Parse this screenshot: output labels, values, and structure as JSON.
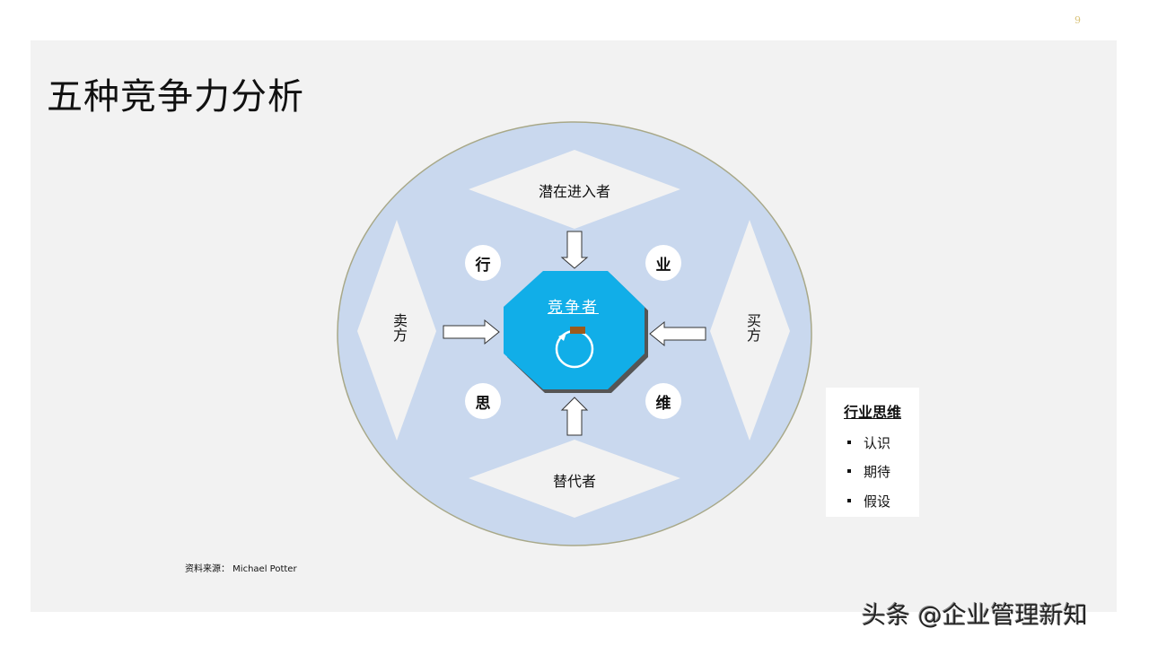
{
  "page_number": "9",
  "slide": {
    "title": "五种竞争力分析",
    "source": "资料来源： Michael Potter"
  },
  "diagram": {
    "center": {
      "label": "竞争者",
      "color": "#11aee8"
    },
    "forces": {
      "top": "潜在进入者",
      "bottom": "替代者",
      "left": "卖方",
      "right": "买方"
    },
    "circle_labels": [
      "行",
      "业",
      "思",
      "维"
    ],
    "colors": {
      "outer_circle": "#c9d8ee",
      "diamonds": "#f2f2f2",
      "circle_outline": "#9a9a7a",
      "loop_marker": "#9c5a1c"
    }
  },
  "legend": {
    "title": "行业思维",
    "items": [
      "认识",
      "期待",
      "假设"
    ]
  },
  "watermark": "头条 @企业管理新知"
}
